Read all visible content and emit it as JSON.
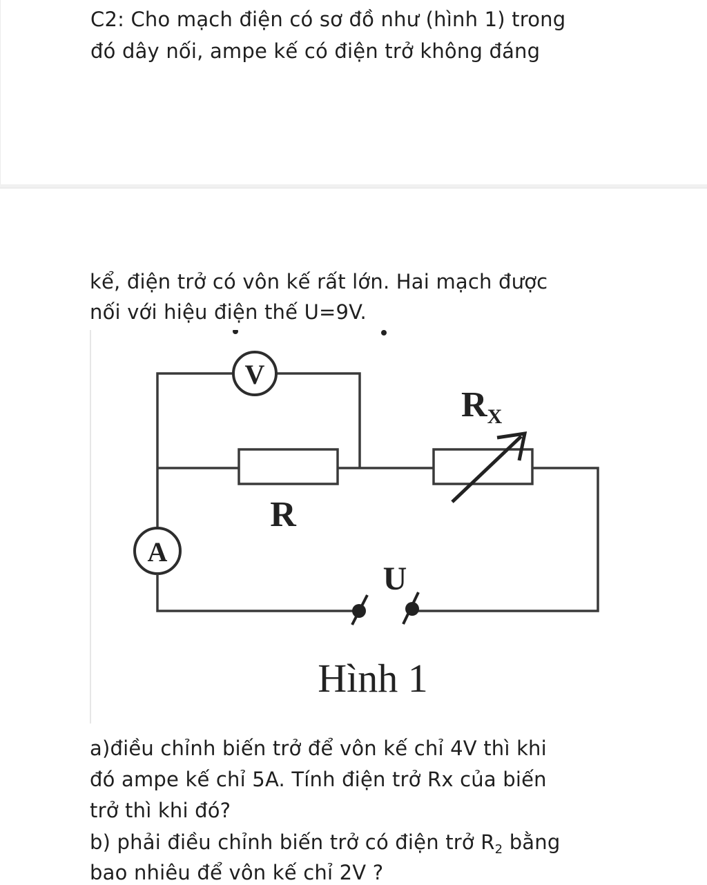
{
  "question": {
    "line1": "C2: Cho mạch điện có sơ đồ như (hình 1) trong",
    "line2": "đó dây nối, ampe kế có điện trở không đáng",
    "line3": "kể, điện trở có vôn kế rất lớn. Hai mạch được",
    "line4": "nối với hiệu điện thế U=9V."
  },
  "figure": {
    "voltmeter_label": "V",
    "ammeter_label": "A",
    "resistor_label": "R",
    "rheostat_label": "R",
    "rheostat_subscript": "X",
    "source_label": "U",
    "caption": "Hình 1"
  },
  "part_a": {
    "line1": "a)điều chỉnh biến trở để vôn kế chỉ 4V thì khi",
    "line2": "đó ampe kế chỉ 5A. Tính điện trở Rx của biến",
    "line3": "trở thì khi đó?"
  },
  "part_b": {
    "line1_pre": "b) phải điều chỉnh biến trở có điện trở R",
    "line1_sub": "2",
    "line1_post": " bằng",
    "line2": "bao nhiêu để vôn kế chỉ 2V ?"
  }
}
